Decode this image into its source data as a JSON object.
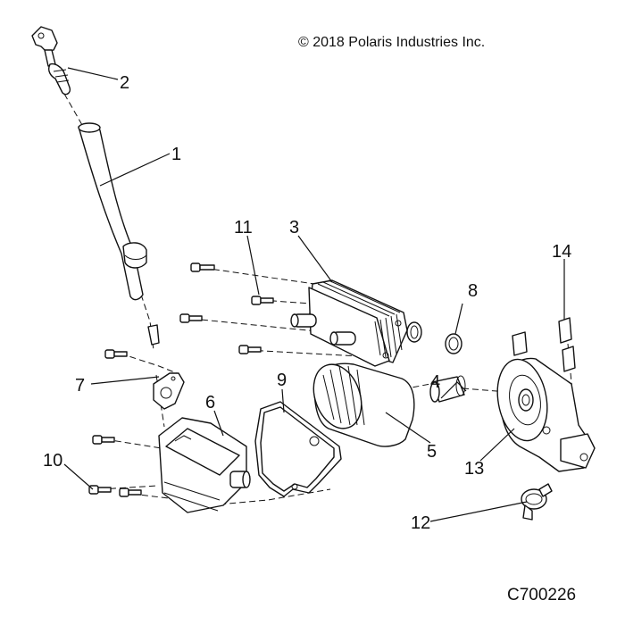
{
  "copyright": "© 2018 Polaris Industries Inc.",
  "figure_id": "C700226",
  "callouts": {
    "c1": "1",
    "c2": "2",
    "c3": "3",
    "c4": "4",
    "c5": "5",
    "c6": "6",
    "c7": "7",
    "c8": "8",
    "c9": "9",
    "c10": "10",
    "c11": "11",
    "c12": "12",
    "c13": "13",
    "c14": "14"
  }
}
